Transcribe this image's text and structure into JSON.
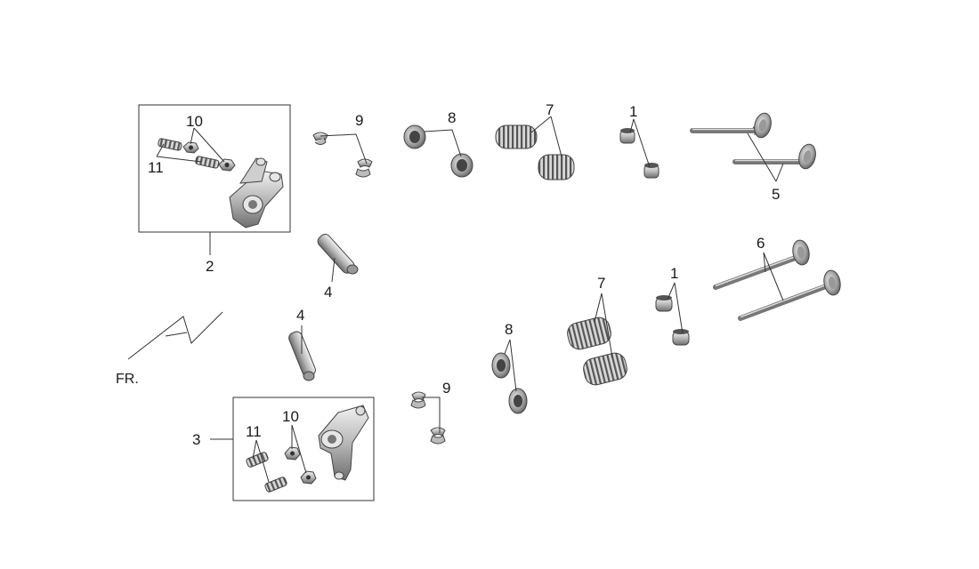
{
  "diagram": {
    "callouts": {
      "n1_top": "1",
      "n1_bottom": "1",
      "n2": "2",
      "n3": "3",
      "n4_top": "4",
      "n4_bottom": "4",
      "n5": "5",
      "n6": "6",
      "n7_top": "7",
      "n7_bottom": "7",
      "n8_top": "8",
      "n8_bottom": "8",
      "n9_top": "9",
      "n9_bottom": "9",
      "n10_top": "10",
      "n10_bottom": "10",
      "n11_top": "11",
      "n11_bottom": "11"
    },
    "front_indicator": "FR."
  }
}
